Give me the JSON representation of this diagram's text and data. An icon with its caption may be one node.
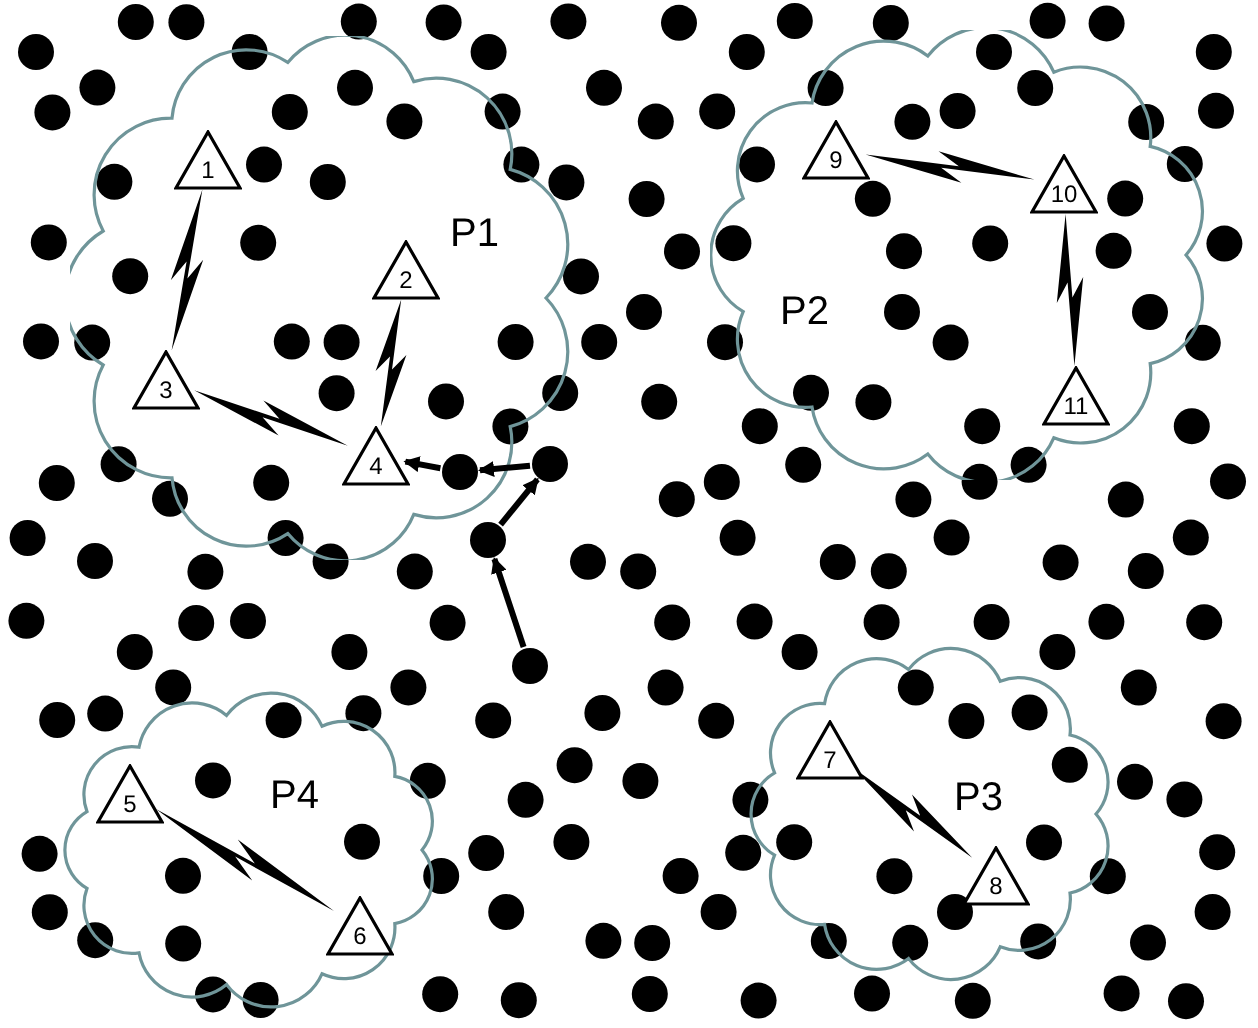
{
  "diagram": {
    "nodes": [
      {
        "text": [
          "P1"
        ]
      },
      {
        "text": [
          "1"
        ],
        "in": 0
      },
      {
        "text": [
          "2"
        ],
        "in": 0
      },
      {
        "text": [
          "3"
        ],
        "in": 0
      },
      {
        "text": [
          "4"
        ],
        "in": 0
      },
      {
        "text": [],
        "shape": "circle",
        "in": 0
      },
      {
        "text": [
          "P2"
        ]
      },
      {
        "text": [
          "9"
        ],
        "in": 6
      },
      {
        "text": [
          "10"
        ],
        "in": 6
      },
      {
        "text": [
          "11"
        ],
        "in": 6
      },
      {
        "text": [],
        "shape": "circle"
      },
      {
        "text": [],
        "shape": "circle"
      },
      {
        "text": [],
        "shape": "circle"
      },
      {
        "text": [
          "P4"
        ]
      },
      {
        "text": [
          "5"
        ],
        "in": 13
      },
      {
        "text": [
          "6"
        ],
        "in": 13
      },
      {
        "text": [
          "P3"
        ]
      },
      {
        "text": [
          "7"
        ],
        "in": 16
      },
      {
        "text": [
          "8"
        ],
        "in": 16
      }
    ],
    "edges": [
      {
        "from": 1,
        "to": 3,
        "arrow": "none",
        "style": "thick"
      },
      {
        "from": 2,
        "to": 4,
        "arrow": "none",
        "style": "thick"
      },
      {
        "from": 3,
        "to": 4,
        "arrow": "none",
        "style": "thick"
      },
      {
        "from": 7,
        "to": 8,
        "arrow": "none",
        "style": "thick"
      },
      {
        "from": 8,
        "to": 9,
        "arrow": "none",
        "style": "thick"
      },
      {
        "from": 14,
        "to": 15,
        "arrow": "none",
        "style": "thick"
      },
      {
        "from": 17,
        "to": 18,
        "arrow": "none",
        "style": "thick"
      },
      {
        "from": 12,
        "to": 11,
        "arrow": "to"
      },
      {
        "from": 11,
        "to": 10,
        "arrow": "to"
      },
      {
        "from": 10,
        "to": 5,
        "arrow": "to"
      },
      {
        "from": 5,
        "to": 4,
        "arrow": "to"
      }
    ]
  }
}
